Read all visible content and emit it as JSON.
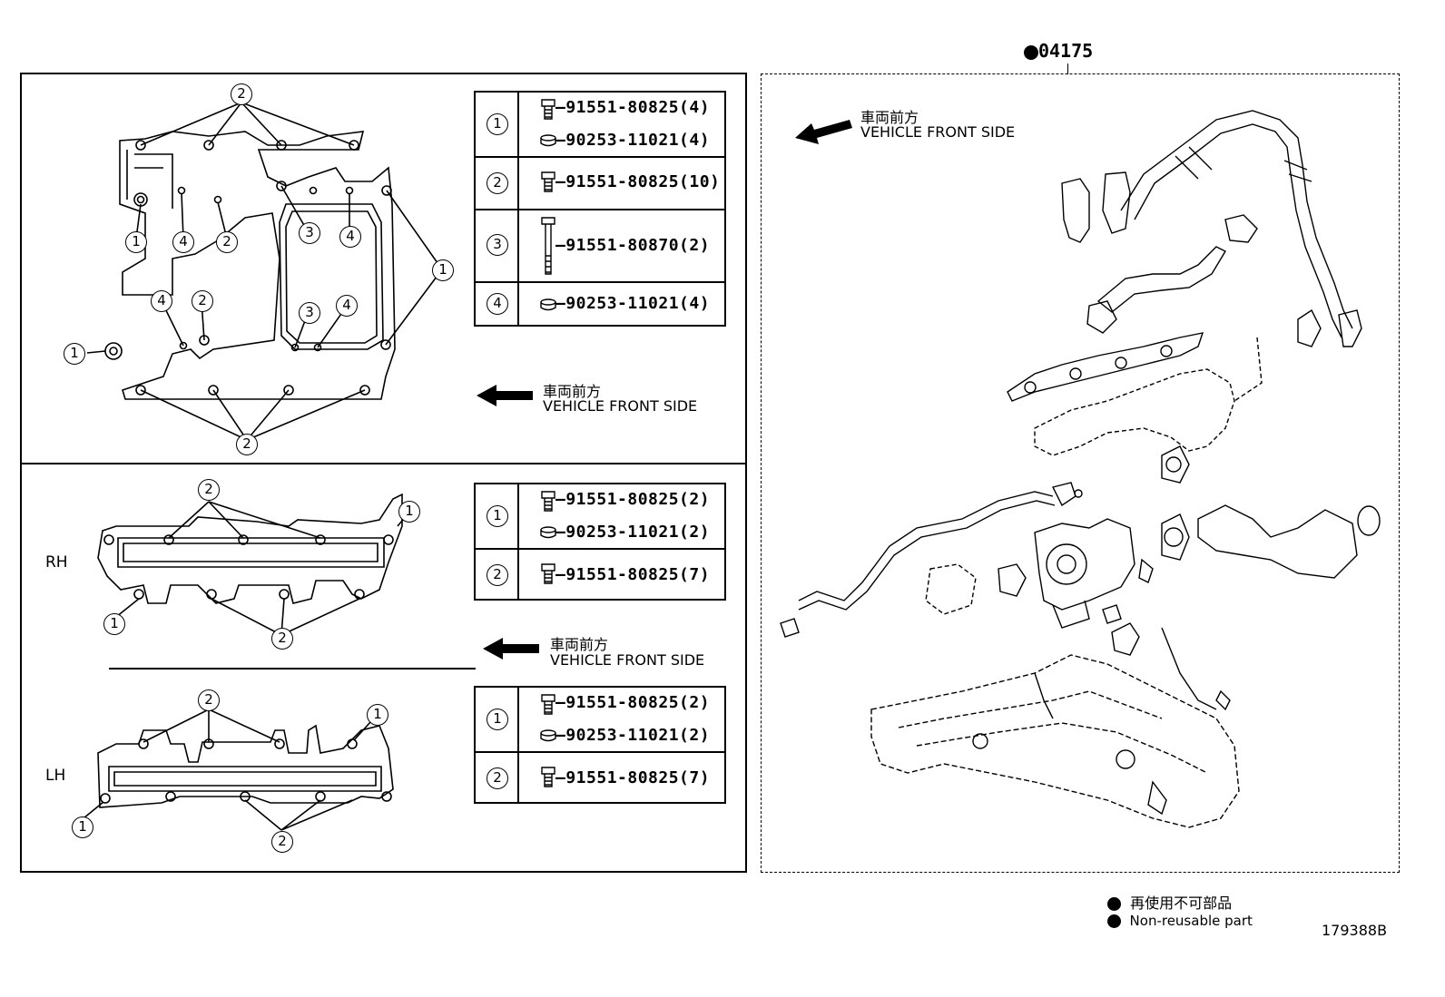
{
  "kit_part_number": "04175",
  "direction_label_jp": "車両前方",
  "direction_label_en": "VEHICLE FRONT SIDE",
  "upper_table": [
    {
      "ref": "1",
      "parts": [
        "91551-80825(4)",
        "90253-11021(4)"
      ]
    },
    {
      "ref": "2",
      "parts": [
        "91551-80825(10)"
      ]
    },
    {
      "ref": "3",
      "parts": [
        "91551-80870(2)"
      ]
    },
    {
      "ref": "4",
      "parts": [
        "90253-11021(4)"
      ]
    }
  ],
  "rh_table": [
    {
      "ref": "1",
      "parts": [
        "91551-80825(2)",
        "90253-11021(2)"
      ]
    },
    {
      "ref": "2",
      "parts": [
        "91551-80825(7)"
      ]
    }
  ],
  "lh_table": [
    {
      "ref": "1",
      "parts": [
        "91551-80825(2)",
        "90253-11021(2)"
      ]
    },
    {
      "ref": "2",
      "parts": [
        "91551-80825(7)"
      ]
    }
  ],
  "side_labels": {
    "rh": "RH",
    "lh": "LH"
  },
  "callouts": {
    "one": "1",
    "two": "2",
    "three": "3",
    "four": "4"
  },
  "legend": {
    "jp": "再使用不可部品",
    "en": "Non-reusable part"
  },
  "figure_id": "179388B",
  "icons": [
    "bolt-icon",
    "collar-icon",
    "arrow-left-icon",
    "bullet-icon"
  ]
}
